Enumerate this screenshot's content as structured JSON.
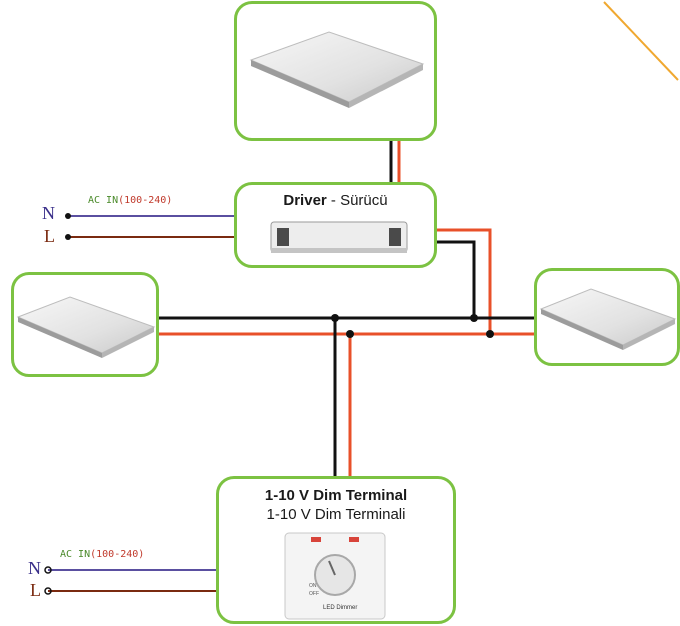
{
  "top_panel": {},
  "driver": {
    "title_bold": "Driver",
    "title_rest": " - Sürücü"
  },
  "left_panel": {},
  "right_panel": {},
  "dim_terminal": {
    "title_bold": "1-10 V Dim Terminal",
    "title_sub": "1-10 V Dim Terminali",
    "knob_label": "LED Dimmer",
    "on_label": "ON",
    "off_label": "OFF"
  },
  "mains_top": {
    "n_label": "N",
    "l_label": "L",
    "ac_label": "AC IN",
    "ac_range": "(100-240)"
  },
  "mains_bottom": {
    "n_label": "N",
    "l_label": "L",
    "ac_label": "AC IN",
    "ac_range": "(100-240)"
  },
  "colors": {
    "border": "#7cc242",
    "wire_black": "#111111",
    "wire_red": "#e8502a",
    "wire_neutral": "#5a4fa0",
    "wire_live": "#7a2a10",
    "accent_line": "#f0a830"
  }
}
